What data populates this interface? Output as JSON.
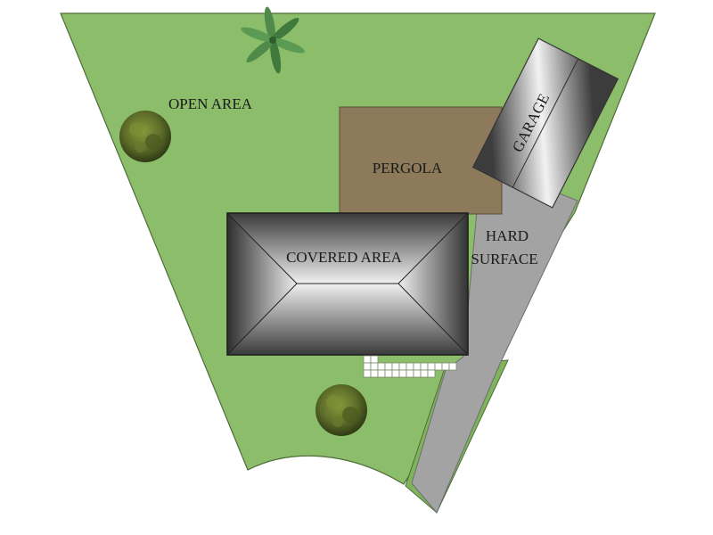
{
  "labels": {
    "open_area": "OPEN AREA",
    "pergola": "PERGOLA",
    "garage": "GARAGE",
    "hard_surface_line1": "HARD",
    "hard_surface_line2": "SURFACE",
    "covered_area": "COVERED AREA"
  },
  "colors": {
    "lawn": "#8cbd6a",
    "lawn_edge": "#5b7d45",
    "pergola": "#8c7a5b",
    "hard_surface": "#a2a2a2",
    "garden_strip": "#7fb35c",
    "roof_dark": "#3a3a3a",
    "roof_light": "#f2f2f2",
    "paver": "#ffffff",
    "shrub": "#5f6f2a",
    "palm": "#4f8a4a"
  },
  "icons": [
    "shrub-icon",
    "palm-icon",
    "paver-icon"
  ]
}
